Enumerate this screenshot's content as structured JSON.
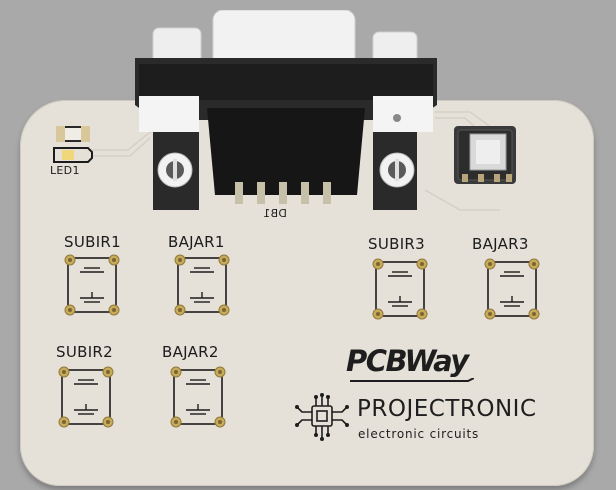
{
  "board": {
    "color": "#e5e1d9",
    "silkscreen_color": "#1c1c1c"
  },
  "labels": {
    "led": "LED1",
    "connector": "DB1",
    "buttons": [
      "SUBIR1",
      "BAJAR1",
      "SUBIR3",
      "BAJAR3",
      "SUBIR2",
      "BAJAR2"
    ]
  },
  "branding": {
    "pcbway": "PCBWay",
    "company": "PROJECTRONIC",
    "tagline": "electronic circuits"
  },
  "icons": {
    "connector": "db9-connector-icon",
    "pushbutton": "tactile-switch-icon",
    "led": "led-icon",
    "chip": "chip-icon"
  }
}
